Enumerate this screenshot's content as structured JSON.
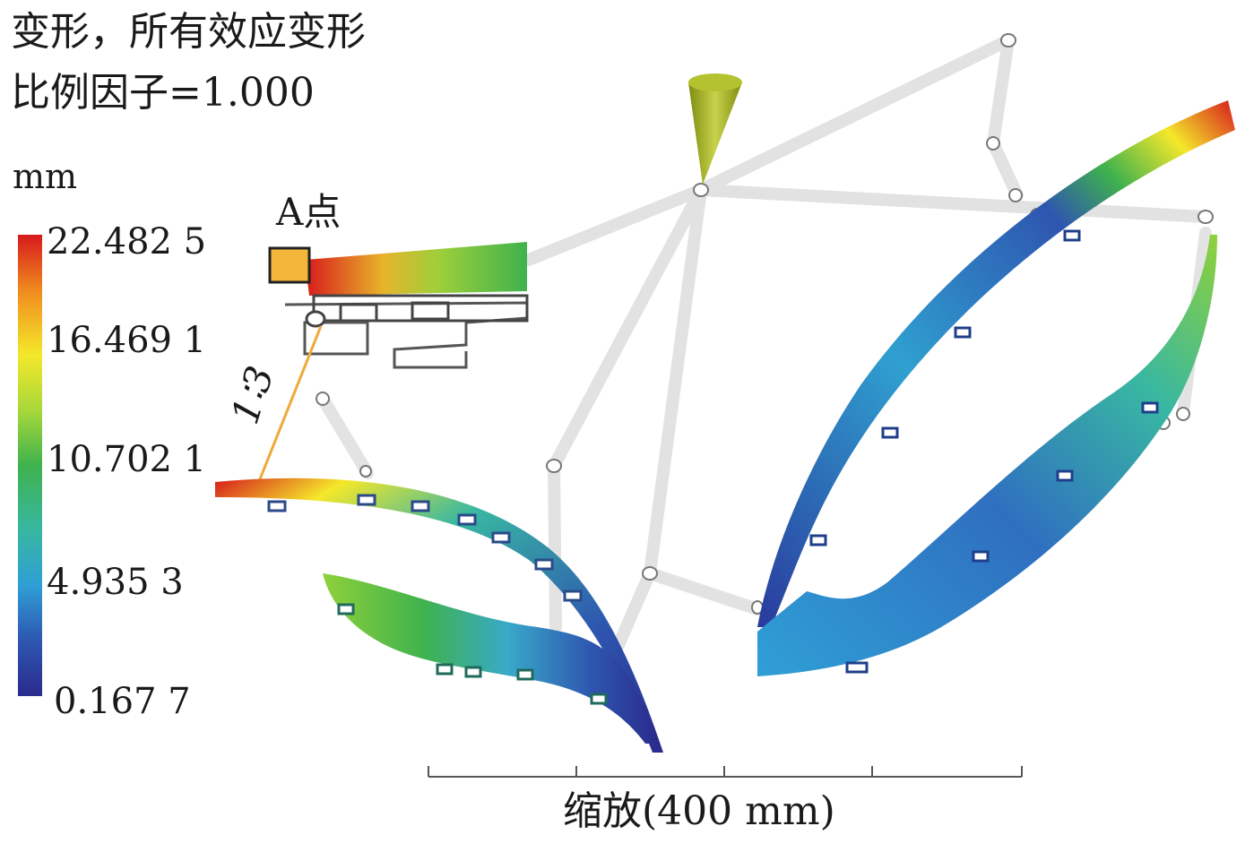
{
  "title_lines": [
    "变形，所有效应变形",
    "比例因子=1.000"
  ],
  "unit": "mm",
  "legend_ticks": [
    "22.482 5",
    "16.469 1",
    "10.702 1",
    "4.935 3",
    "0.167 7"
  ],
  "point_label": "A点",
  "ratio_label": "1∶3",
  "scale_label": "缩放(400 mm)",
  "colors": {
    "max": "#d7191c",
    "high": "#f4e82a",
    "mid": "#3fb24d",
    "low": "#2f9fd6",
    "min": "#2a2a8c",
    "marker": "#f4b63a",
    "cone": "#a3b11e"
  }
}
